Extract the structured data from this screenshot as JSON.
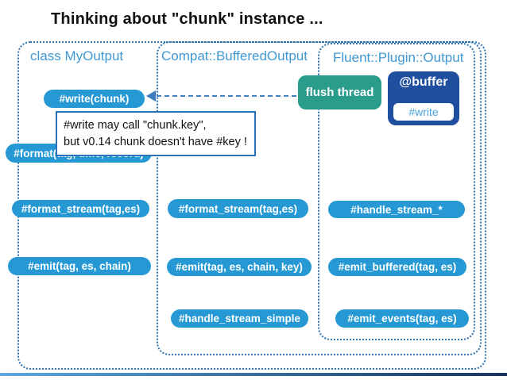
{
  "title": "Thinking about \"chunk\" instance ...",
  "groups": [
    {
      "label": "class MyOutput"
    },
    {
      "label": "Compat::BufferedOutput"
    },
    {
      "label": "Fluent::Plugin::Output"
    }
  ],
  "methods": {
    "my_output": [
      "#write(chunk)",
      "#format(tag, time, record)",
      "#format_stream(tag,es)",
      "#emit(tag, es, chain)"
    ],
    "compat_buffered_output": [
      "#format_stream(tag,es)",
      "#emit(tag, es, chain, key)",
      "#handle_stream_simple"
    ],
    "fluent_plugin_output": [
      "#handle_stream_*",
      "#emit_buffered(tag, es)",
      "#emit_events(tag, es)"
    ]
  },
  "flush_thread": {
    "label": "flush thread"
  },
  "buffer": {
    "label": "@buffer",
    "method": "#write"
  },
  "callout": {
    "line1": "#write may call \"chunk.key\",",
    "line2": "but v0.14 chunk doesn't have #key !"
  },
  "colors": {
    "method_box": "#2699d5",
    "group_border": "#2e74b5",
    "group_label": "#3f98d3",
    "flush_thread_box": "#2a9c8c",
    "buffer_box": "#1f4f9e",
    "buffer_write_text": "#4aa3dc",
    "callout_border": "#2b72b8",
    "arrow": "#3a7dbf",
    "footer_gradient_left": "#5aa9de",
    "footer_gradient_right": "#16345f"
  }
}
